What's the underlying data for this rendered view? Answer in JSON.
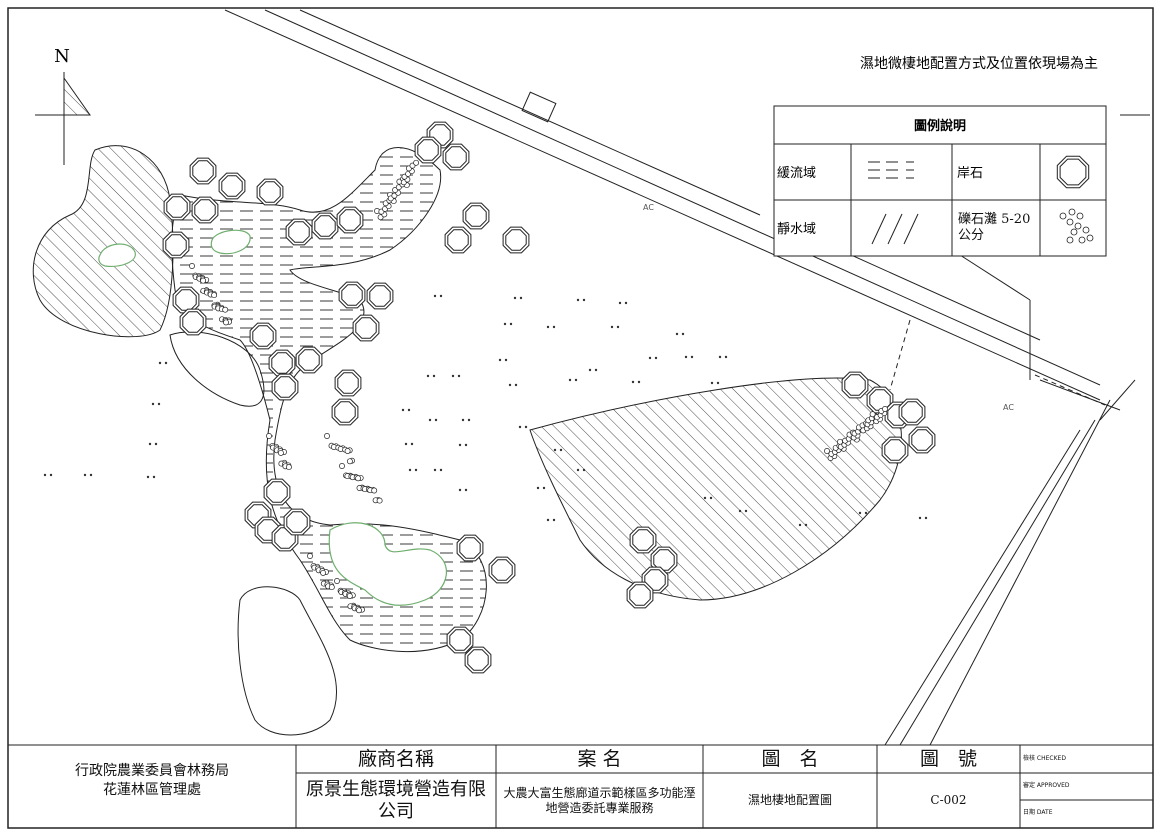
{
  "note": "濕地微棲地配置方式及位置依現場為主",
  "north_label": "N",
  "road_label_1": "AC",
  "road_label_2": "AC",
  "legend": {
    "title": "圖例說明",
    "rows": [
      {
        "left_label": "緩流域",
        "right_label": "岸石"
      },
      {
        "left_label": "靜水域",
        "right_label": "礫石灘 5-20公分"
      }
    ]
  },
  "title_block": {
    "agency_line1": "行政院農業委員會林務局",
    "agency_line2": "花蓮林區管理處",
    "vendor_header": "廠商名稱",
    "vendor_name": "原景生態環境營造有限公司",
    "case_header": "案 名",
    "case_name": "大農大富生態廊道示範樣區多功能溼地營造委託專業服務",
    "drawing_header": "圖　名",
    "drawing_name": "濕地棲地配置圖",
    "number_header": "圖　號",
    "number_value": "C-002",
    "checked_label": "檢核 CHECKED",
    "approved_label": "審定 APPROVED",
    "date_label": "日期 DATE"
  },
  "colors": {
    "line": "#222222",
    "vegetation": "#6fae6f"
  }
}
